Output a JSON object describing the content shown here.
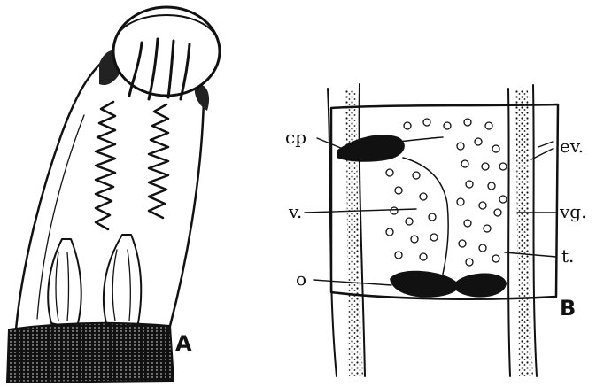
{
  "figure": {
    "panel_a": {
      "label": "A"
    },
    "panel_b": {
      "label": "B",
      "labels": {
        "cp": "cp",
        "ev": "ev.",
        "v": "v.",
        "vg": "vg.",
        "t": "t.",
        "o": "o"
      }
    }
  },
  "colors": {
    "ink": "#111111",
    "paper": "#ffffff"
  }
}
